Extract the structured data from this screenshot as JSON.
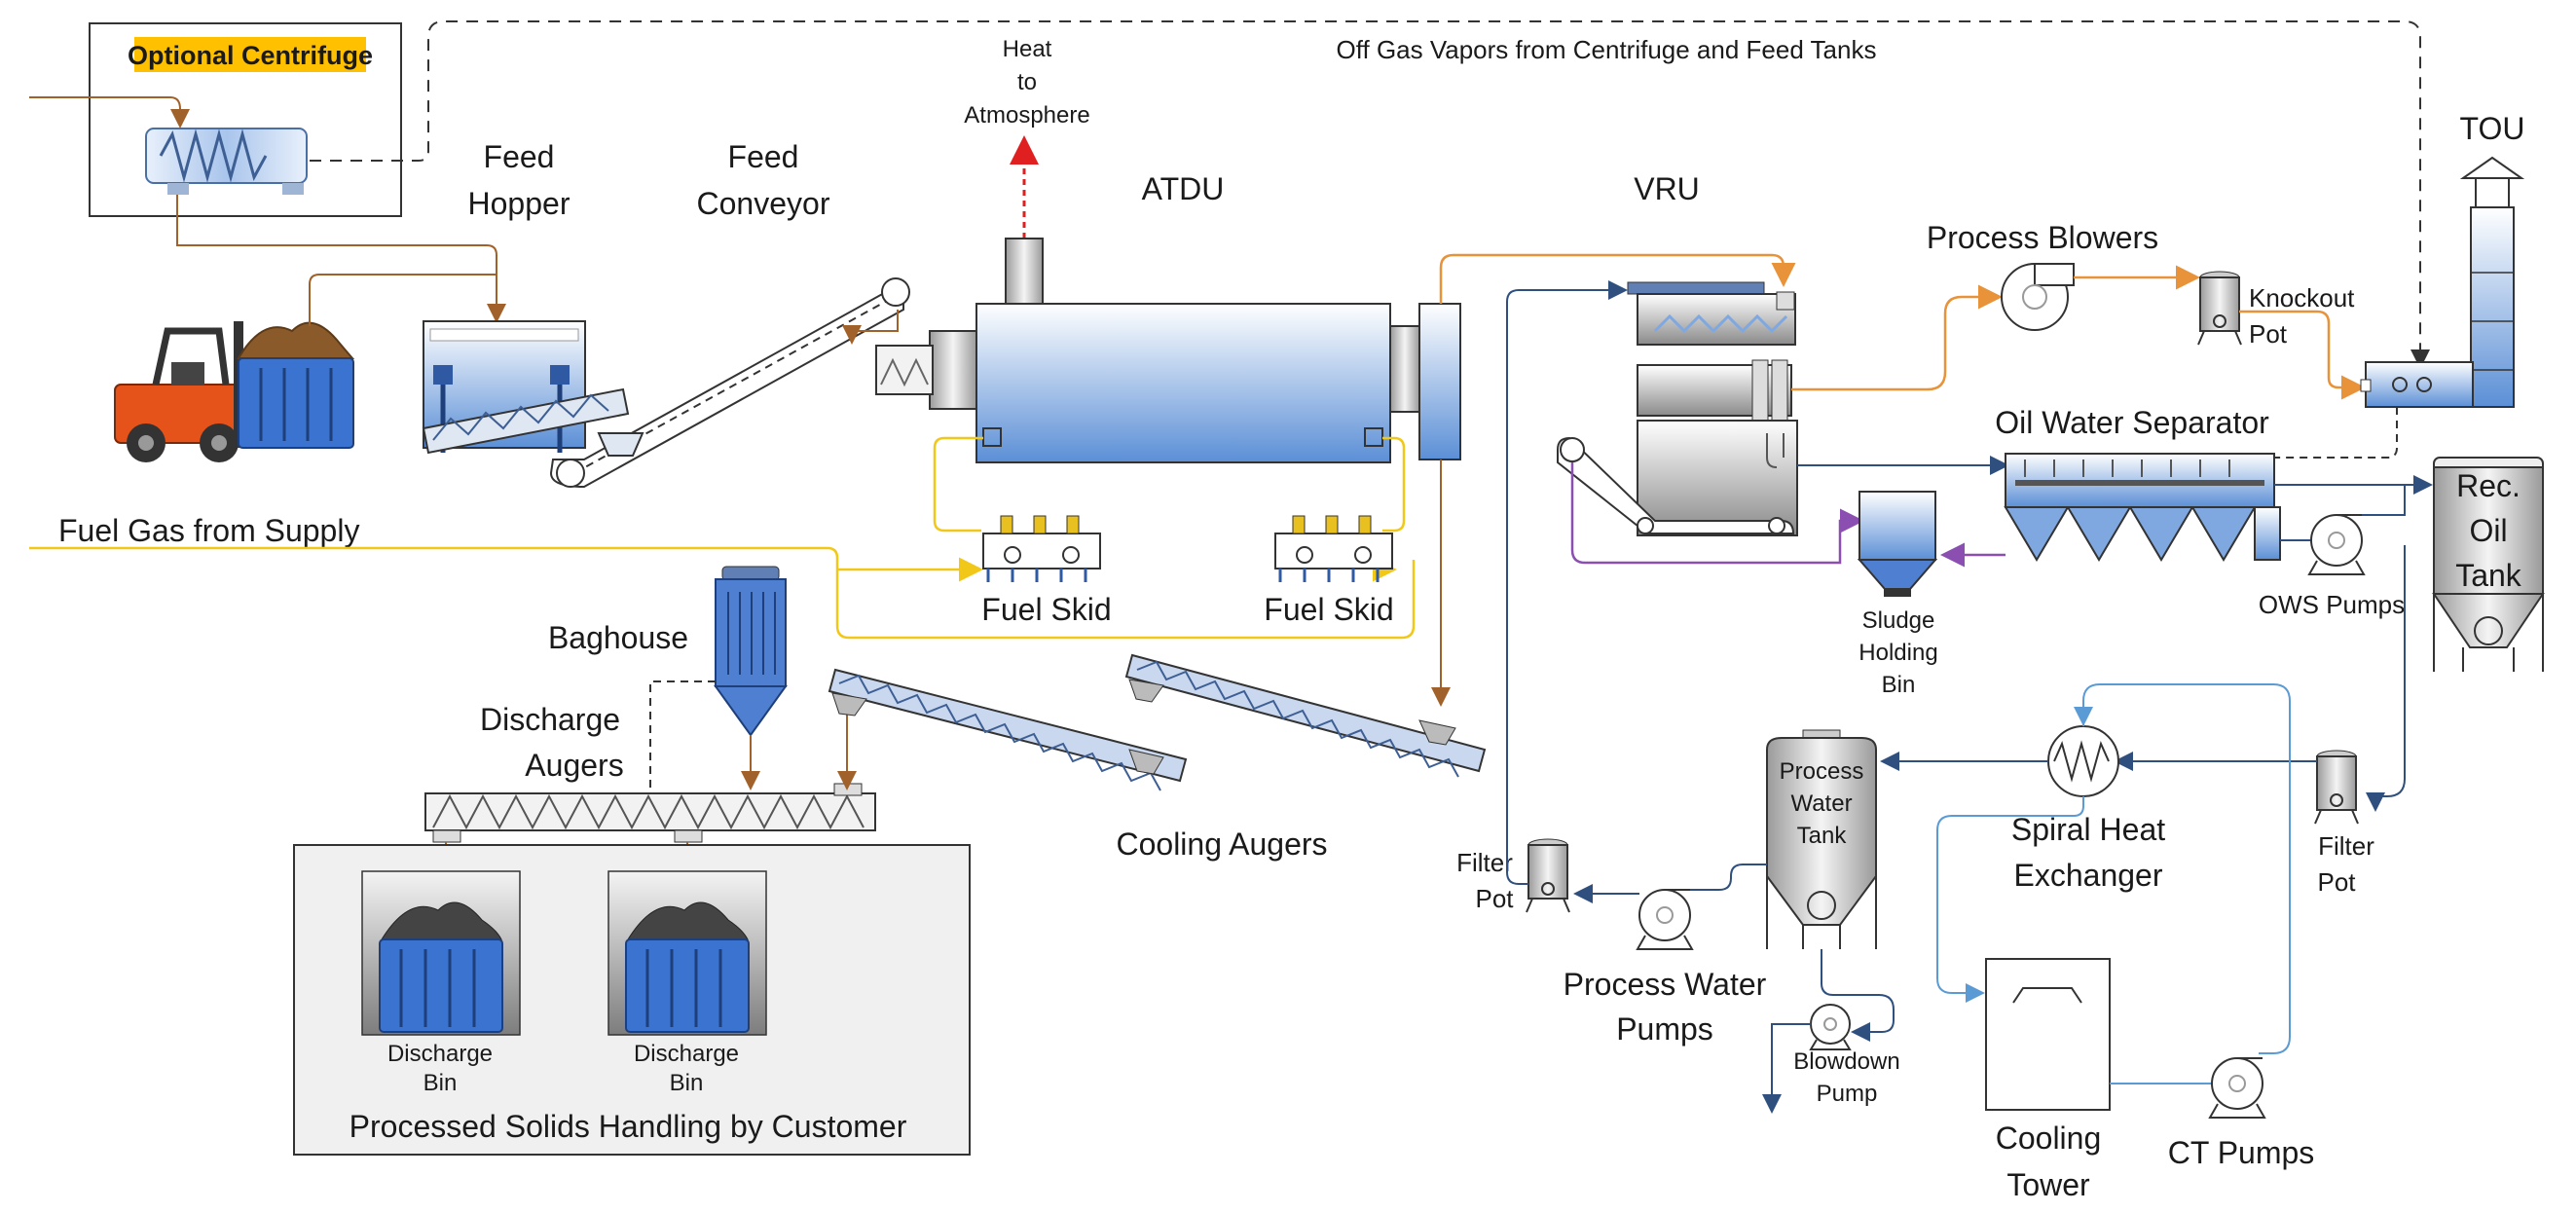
{
  "labels": {
    "optional_centrifuge": "Optional Centrifuge",
    "off_gas": "Off Gas Vapors from Centrifuge and Feed Tanks",
    "feed_hopper_1": "Feed",
    "feed_hopper_2": "Hopper",
    "feed_conveyor_1": "Feed",
    "feed_conveyor_2": "Conveyor",
    "heat_1": "Heat",
    "heat_2": "to",
    "heat_3": "Atmosphere",
    "atdu": "ATDU",
    "vru": "VRU",
    "tou": "TOU",
    "process_blowers": "Process Blowers",
    "knockout_1": "Knockout",
    "knockout_2": "Pot",
    "oil_water_separator": "Oil Water Separator",
    "rec_oil_1": "Rec.",
    "rec_oil_2": "Oil",
    "rec_oil_3": "Tank",
    "fuel_gas": "Fuel Gas from Supply",
    "fuel_skid_1": "Fuel Skid",
    "fuel_skid_2": "Fuel Skid",
    "baghouse": "Baghouse",
    "discharge_augers_1": "Discharge",
    "discharge_augers_2": "Augers",
    "cooling_augers": "Cooling Augers",
    "sludge_1": "Sludge",
    "sludge_2": "Holding",
    "sludge_3": "Bin",
    "ows_pumps": "OWS Pumps",
    "filter_pot_l_1": "Filter",
    "filter_pot_l_2": "Pot",
    "filter_pot_r_1": "Filter",
    "filter_pot_r_2": "Pot",
    "pwt_1": "Process",
    "pwt_2": "Water",
    "pwt_3": "Tank",
    "shx_1": "Spiral Heat",
    "shx_2": "Exchanger",
    "pwp_1": "Process Water",
    "pwp_2": "Pumps",
    "blowdown_1": "Blowdown",
    "blowdown_2": "Pump",
    "cooling_tower_1": "Cooling",
    "cooling_tower_2": "Tower",
    "ct_pumps": "CT Pumps",
    "discharge_bin_1a": "Discharge",
    "discharge_bin_1b": "Bin",
    "discharge_bin_2a": "Discharge",
    "discharge_bin_2b": "Bin",
    "processed_solids": "Processed Solids Handling by Customer"
  },
  "colors": {
    "solids_line": "#a0612a",
    "vapor_line": "#e8923a",
    "fuel_line": "#f2c818",
    "water_line": "#2f4f7f",
    "cooling_line": "#5b9bd5",
    "sludge_line": "#8a4fb0",
    "heat_arrow": "#e02020",
    "equipment_blue": "#5b8fd6",
    "highlight_yellow": "#ffc000"
  }
}
